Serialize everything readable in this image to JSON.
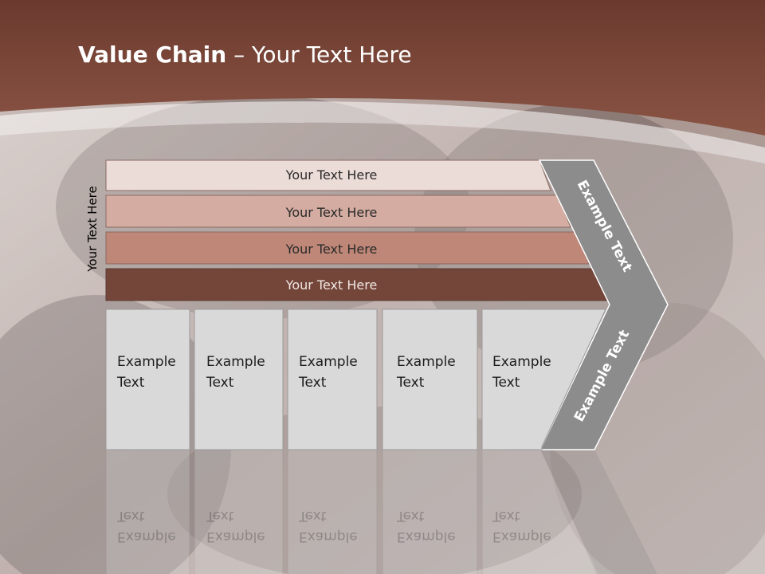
{
  "title": {
    "bold": "Value Chain",
    "rest": " – Your Text Here"
  },
  "vertical_label": "Your Text Here",
  "rows": [
    {
      "label": "Your Text Here",
      "fill": "#ecdcd8",
      "text_color": "#2a2a2a"
    },
    {
      "label": "Your Text Here",
      "fill": "#d4aca1",
      "text_color": "#2a2a2a"
    },
    {
      "label": "Your Text Here",
      "fill": "#bf8777",
      "text_color": "#2a2a2a"
    },
    {
      "label": "Your Text Here",
      "fill": "#74463a",
      "text_color": "#f0e6e2"
    }
  ],
  "boxes": [
    {
      "line1": "Example",
      "line2": "Text"
    },
    {
      "line1": "Example",
      "line2": "Text"
    },
    {
      "line1": "Example",
      "line2": "Text"
    },
    {
      "line1": "Example",
      "line2": "Text"
    },
    {
      "line1": "Example",
      "line2": "Text"
    }
  ],
  "arrow": {
    "upper_label": "Example Text",
    "lower_label": "Example Text",
    "fill": "#8c8c8c"
  },
  "colors": {
    "banner": "#7e4a3c",
    "box_fill": "#d9d9d9",
    "box_border": "#9a9a9a"
  }
}
